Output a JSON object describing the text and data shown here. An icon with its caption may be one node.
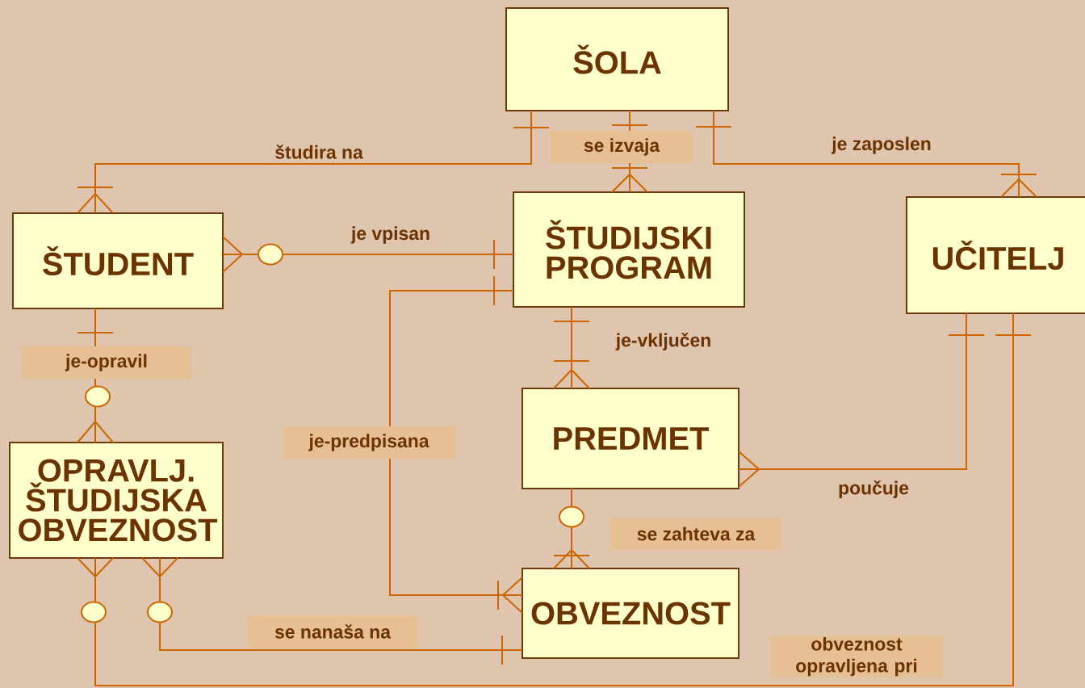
{
  "diagram": {
    "nodes": [
      {
        "text": [
          "ŠOLA"
        ]
      },
      {
        "text": [
          "ŠTUDENT"
        ]
      },
      {
        "text": [
          "ŠTUDIJSKI PROGRAM"
        ]
      },
      {
        "text": [
          "UČITELJ"
        ]
      },
      {
        "text": [
          "PREDMET"
        ]
      },
      {
        "text": [
          "OPRAVLJ. ŠTUDIJSKA OBVEZNOST"
        ]
      },
      {
        "text": [
          "OBVEZNOST"
        ]
      }
    ],
    "edges": [
      {
        "from": 0,
        "to": 1,
        "arrow": "other",
        "label": "študira na"
      },
      {
        "from": 0,
        "to": 2,
        "arrow": "other",
        "label": "se izvaja"
      },
      {
        "from": 0,
        "to": 3,
        "arrow": "other",
        "label": "je zaposlen"
      },
      {
        "from": 1,
        "to": 2,
        "arrow": "other",
        "label": "je vpisan"
      },
      {
        "from": 1,
        "to": 5,
        "arrow": "other",
        "label": "je-opravil"
      },
      {
        "from": 2,
        "to": 4,
        "arrow": "other",
        "label": "je-vključen"
      },
      {
        "from": 2,
        "to": 6,
        "arrow": "other",
        "label": "je-predpisana"
      },
      {
        "from": 3,
        "to": 4,
        "arrow": "other",
        "label": "poučuje"
      },
      {
        "from": 4,
        "to": 6,
        "arrow": "other",
        "label": "se zahteva za"
      },
      {
        "from": 5,
        "to": 6,
        "arrow": "other",
        "label": "se nanaša na"
      },
      {
        "from": 5,
        "to": 3,
        "arrow": "other",
        "label": "obveznost opravljena pri"
      }
    ]
  }
}
